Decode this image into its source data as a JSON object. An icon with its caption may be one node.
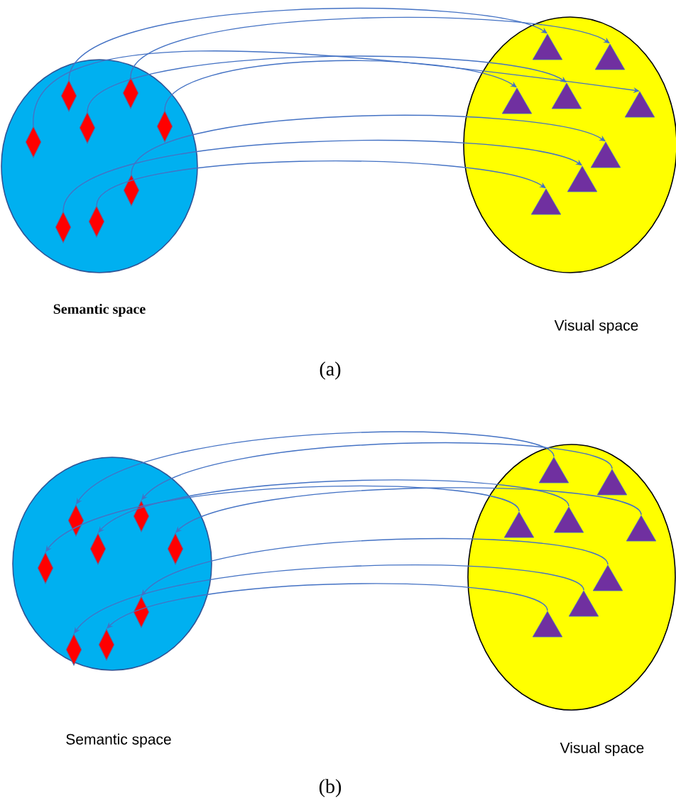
{
  "diagram": {
    "nodes": [
      {
        "text": [],
        "shape": "ellipse"
      },
      {
        "text": [],
        "shape": "ellipse"
      },
      {
        "text": [],
        "shape": "diamond",
        "in": 0
      },
      {
        "text": [],
        "shape": "diamond",
        "in": 0
      },
      {
        "text": [],
        "shape": "diamond",
        "in": 0
      },
      {
        "text": [],
        "shape": "diamond",
        "in": 0
      },
      {
        "text": [],
        "shape": "diamond",
        "in": 0
      },
      {
        "text": [],
        "shape": "diamond",
        "in": 0
      },
      {
        "text": [],
        "shape": "diamond",
        "in": 0
      },
      {
        "text": [],
        "shape": "diamond",
        "in": 0
      },
      {
        "text": [],
        "shape": "triangle",
        "in": 1
      },
      {
        "text": [],
        "shape": "triangle",
        "in": 1
      },
      {
        "text": [],
        "shape": "triangle",
        "in": 1
      },
      {
        "text": [],
        "shape": "triangle",
        "in": 1
      },
      {
        "text": [],
        "shape": "triangle",
        "in": 1
      },
      {
        "text": [],
        "shape": "triangle",
        "in": 1
      },
      {
        "text": [],
        "shape": "triangle",
        "in": 1
      },
      {
        "text": [],
        "shape": "triangle",
        "in": 1
      },
      {
        "text": [],
        "shape": "ellipse"
      },
      {
        "text": [],
        "shape": "ellipse"
      },
      {
        "text": [],
        "shape": "diamond",
        "in": 18
      },
      {
        "text": [],
        "shape": "diamond",
        "in": 18
      },
      {
        "text": [],
        "shape": "diamond",
        "in": 18
      },
      {
        "text": [],
        "shape": "diamond",
        "in": 18
      },
      {
        "text": [],
        "shape": "diamond",
        "in": 18
      },
      {
        "text": [],
        "shape": "diamond",
        "in": 18
      },
      {
        "text": [],
        "shape": "diamond",
        "in": 18
      },
      {
        "text": [],
        "shape": "diamond",
        "in": 18
      },
      {
        "text": [],
        "shape": "triangle",
        "in": 19
      },
      {
        "text": [],
        "shape": "triangle",
        "in": 19
      },
      {
        "text": [],
        "shape": "triangle",
        "in": 19
      },
      {
        "text": [],
        "shape": "triangle",
        "in": 19
      },
      {
        "text": [],
        "shape": "triangle",
        "in": 19
      },
      {
        "text": [],
        "shape": "triangle",
        "in": 19
      },
      {
        "text": [],
        "shape": "triangle",
        "in": 19
      },
      {
        "text": [],
        "shape": "triangle",
        "in": 19
      }
    ],
    "edges": [
      {
        "from": 4,
        "to": 12,
        "arrow": "to"
      },
      {
        "from": 7,
        "to": 16,
        "arrow": "to"
      },
      {
        "from": 2,
        "to": 17,
        "arrow": "to"
      },
      {
        "from": 5,
        "to": 13,
        "arrow": "to"
      },
      {
        "from": 9,
        "to": 10,
        "arrow": "to"
      },
      {
        "from": 8,
        "to": 15,
        "arrow": "to"
      },
      {
        "from": 3,
        "to": 14,
        "arrow": "to"
      },
      {
        "from": 6,
        "to": 11,
        "arrow": "to"
      },
      {
        "from": 30,
        "to": 22,
        "arrow": "to"
      },
      {
        "from": 34,
        "to": 25,
        "arrow": "to"
      },
      {
        "from": 28,
        "to": 20,
        "arrow": "to"
      },
      {
        "from": 31,
        "to": 23,
        "arrow": "to"
      },
      {
        "from": 35,
        "to": 27,
        "arrow": "to"
      },
      {
        "from": 33,
        "to": 26,
        "arrow": "to"
      },
      {
        "from": 32,
        "to": 21,
        "arrow": "to"
      },
      {
        "from": 29,
        "to": 24,
        "arrow": "to"
      }
    ],
    "labels": [
      "Semantic space",
      "Visual space",
      "(a)",
      "Semantic space",
      "Visual space",
      "(b)"
    ]
  }
}
